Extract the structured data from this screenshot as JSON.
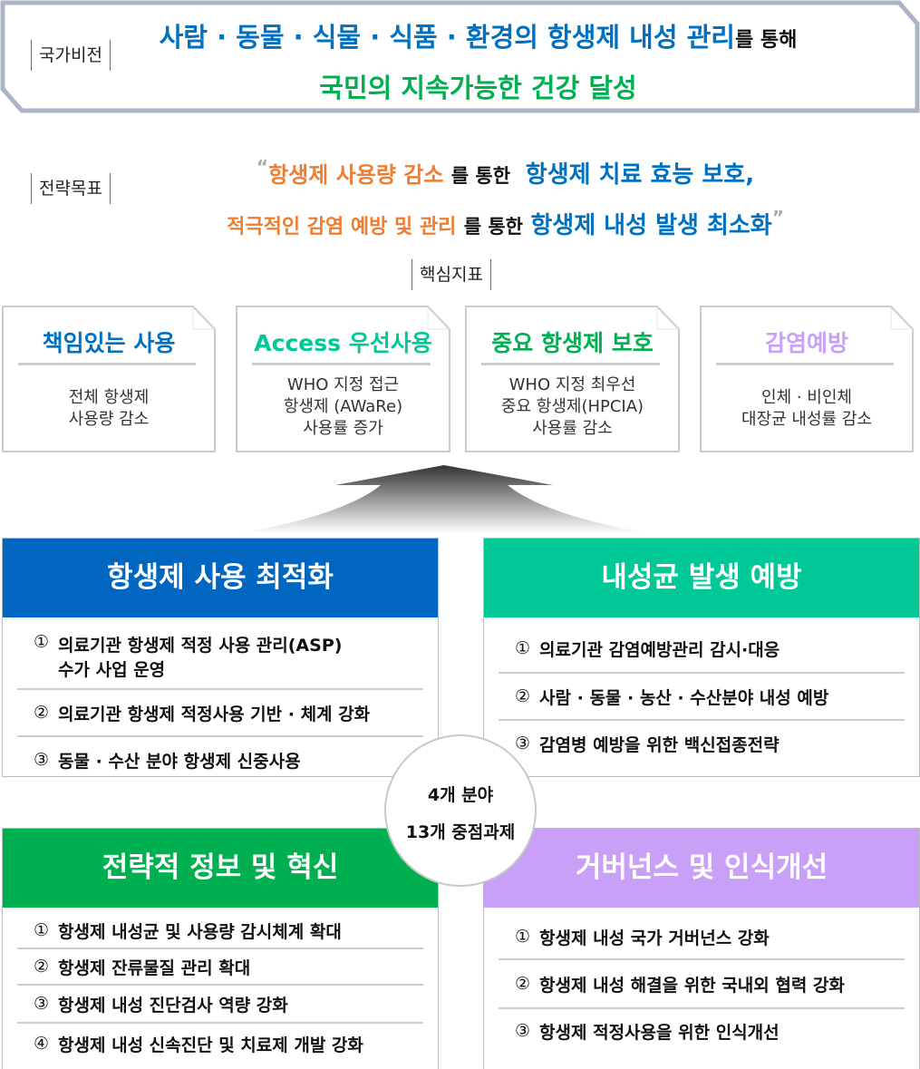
{
  "vision": {
    "label": "국가비전",
    "line1_blue": "사람 · 동물 · 식물 · 식품 · 환경의 항생제 내성 관리",
    "line1_black": "를 통해",
    "line2": "국민의 지속가능한 건강 달성"
  },
  "strategy": {
    "label": "전략목표",
    "open_quote": "“",
    "close_quote": "”",
    "line1_orange": "항생제 사용량 감소",
    "line1_black": "를 통한",
    "line1_blue": "항생제 치료 효능 보호,",
    "line2_orange": "적극적인 감염 예방 및 관리",
    "line2_black": "를 통한",
    "line2_blue": "항생제 내성 발생 최소화"
  },
  "indicators": {
    "label": "핵심지표",
    "cards": [
      {
        "title": "책임있는 사용",
        "color": "#0070c0",
        "lines": [
          "전체 항생제",
          "사용량 감소"
        ]
      },
      {
        "title": "Access 우선사용",
        "color": "#00c896",
        "lines": [
          "WHO 지정 접근",
          "항생제 (AWaRe)",
          "사용률 증가"
        ]
      },
      {
        "title": "중요 항생제 보호",
        "color": "#00b050",
        "lines": [
          "WHO 지정 최우선",
          "중요 항생제(HPCIA)",
          "사용률 감소"
        ]
      },
      {
        "title": "감염예방",
        "color": "#c8a0f8",
        "lines": [
          "인체 · 비인체",
          "대장균 내성률 감소"
        ]
      }
    ]
  },
  "center": {
    "line1": "4개  분야",
    "line2": "13개 중점과제"
  },
  "areas": [
    {
      "title": "항생제 사용 최적화",
      "color": "#0066c0",
      "items": [
        {
          "num": "①",
          "text": "의료기관 항생제 적정 사용 관리(ASP)",
          "text2": "수가 사업 운영"
        },
        {
          "num": "②",
          "text": "의료기관 항생제 적정사용 기반 · 체계 강화"
        },
        {
          "num": "③",
          "text": "동물 · 수산 분야 항생제 신중사용"
        }
      ]
    },
    {
      "title": "내성균 발생 예방",
      "color": "#00c896",
      "items": [
        {
          "num": "①",
          "text": "의료기관 감염예방관리 감시·대응"
        },
        {
          "num": "②",
          "text": "사람 · 동물 · 농산 · 수산분야 내성 예방"
        },
        {
          "num": "③",
          "text": "감염병 예방을 위한 백신접종전략"
        }
      ]
    },
    {
      "title": "전략적 정보 및 혁신",
      "color": "#00b050",
      "items": [
        {
          "num": "①",
          "text": "항생제 내성균 및 사용량 감시체계 확대"
        },
        {
          "num": "②",
          "text": "항생제 잔류물질 관리 확대"
        },
        {
          "num": "③",
          "text": "항생제 내성 진단검사 역량 강화"
        },
        {
          "num": "④",
          "text": "항생제 내성 신속진단 및 치료제 개발 강화"
        }
      ]
    },
    {
      "title": "거버넌스 및 인식개선",
      "color": "#c8a0f8",
      "items": [
        {
          "num": "①",
          "text": "항생제 내성 국가 거버넌스 강화"
        },
        {
          "num": "②",
          "text": "항생제 내성 해결을 위한 국내외 협력 강화"
        },
        {
          "num": "③",
          "text": "항생제 적정사용을 위한 인식개선"
        }
      ]
    }
  ]
}
